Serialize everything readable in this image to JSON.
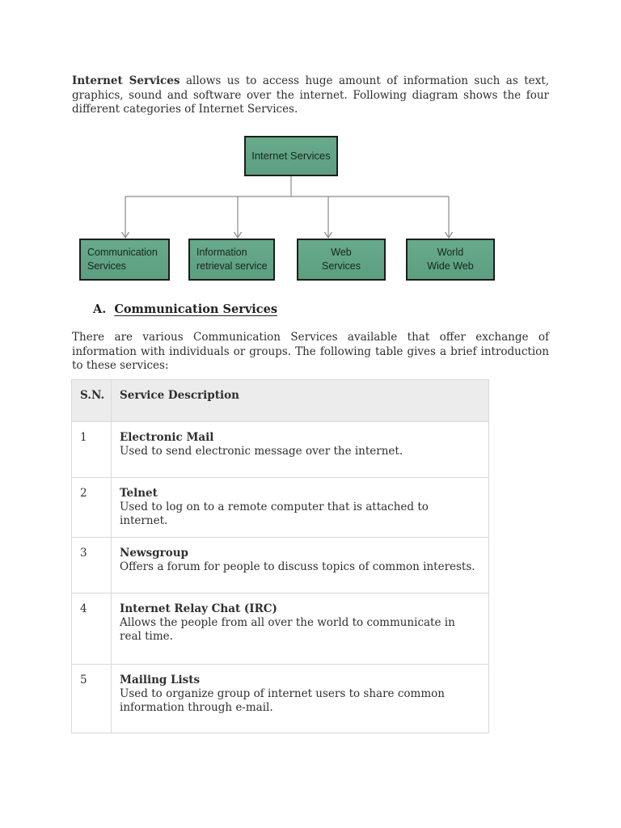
{
  "intro": {
    "bold_lead": "Internet Services",
    "rest": " allows us to access huge amount of information such as text, graphics, sound and software over the internet. Following diagram shows the four different categories of Internet Services."
  },
  "diagram": {
    "root_label": "Internet Services",
    "children": [
      "Communication\nServices",
      "Information\nretrieval service",
      "Web\nServices",
      "World\nWide Web"
    ],
    "colors": {
      "box_fill": "#5c9f80",
      "box_fill_light": "#68aa8b",
      "box_border": "#1d1d1d",
      "connector_line": "#8a8a8a"
    }
  },
  "section": {
    "letter": "A.",
    "title": "Communication Services"
  },
  "paragraph2": "There are various Communication Services available that offer exchange of information with individuals or groups. The following table gives a brief introduction to these services:",
  "table": {
    "headers": [
      "S.N.",
      "Service Description"
    ],
    "rows": [
      {
        "sn": "1",
        "name": "Electronic Mail",
        "desc": "Used to send electronic message over the internet."
      },
      {
        "sn": "2",
        "name": "Telnet",
        "desc": "Used to log on to a remote computer that is attached to internet."
      },
      {
        "sn": "3",
        "name": "Newsgroup",
        "desc": "Offers a forum for people to discuss topics of common interests."
      },
      {
        "sn": "4",
        "name": "Internet Relay Chat (IRC)",
        "desc": "Allows the people from all over the world to communicate in real time."
      },
      {
        "sn": "5",
        "name": "Mailing Lists",
        "desc": "Used to organize group of internet users to share common information through e-mail."
      }
    ]
  }
}
